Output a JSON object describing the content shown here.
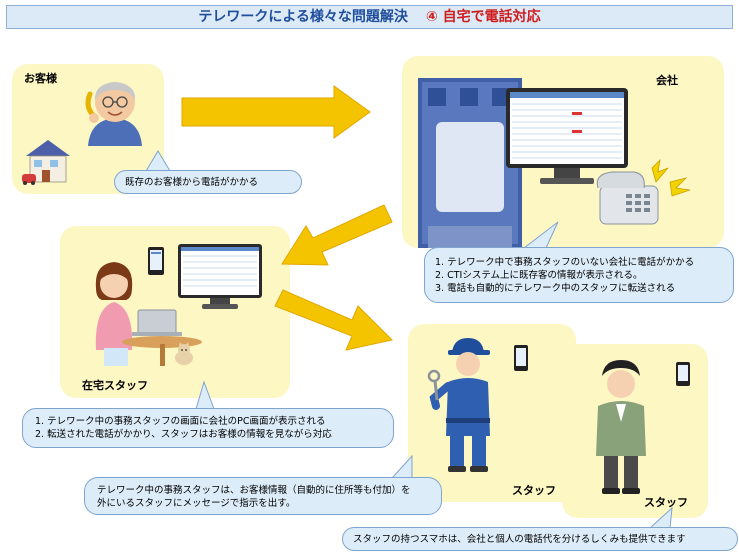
{
  "title": {
    "main": "テレワークによる様々な問題解決",
    "sub": "④ 自宅で電話対応"
  },
  "panels": {
    "customer": {
      "label": "お客様",
      "callout": "既存のお客様から電話がかかる"
    },
    "company": {
      "label": "会社",
      "callout": [
        "1.  テレワーク中で事務スタッフのいない会社に電話がかかる",
        "2.  CTIシステム上に既存客の情報が表示される。",
        "3.  電話も自動的にテレワーク中のスタッフに転送される"
      ]
    },
    "home_staff": {
      "label": "在宅スタッフ",
      "callout": [
        "1.  テレワーク中の事務スタッフの画面に会社のPC画面が表示される",
        "2.  転送された電話がかかり、スタッフはお客様の情報を見ながら対応"
      ]
    },
    "staff1": {
      "label": "スタッフ",
      "callout": [
        "テレワーク中の事務スタッフは、お客様情報（自動的に住所等も付加）を",
        "外にいるスタッフにメッセージで指示を出す。"
      ]
    },
    "staff2": {
      "label": "スタッフ",
      "callout": "スタッフの持つスマホは、会社と個人の電話代を分けるしくみも提供できます"
    }
  },
  "colors": {
    "panel": "#fdf7c4",
    "arrow": "#f5c400",
    "callout": "#dcecf9",
    "title_blue": "#1f4e9c",
    "title_red": "#d01c1c"
  }
}
